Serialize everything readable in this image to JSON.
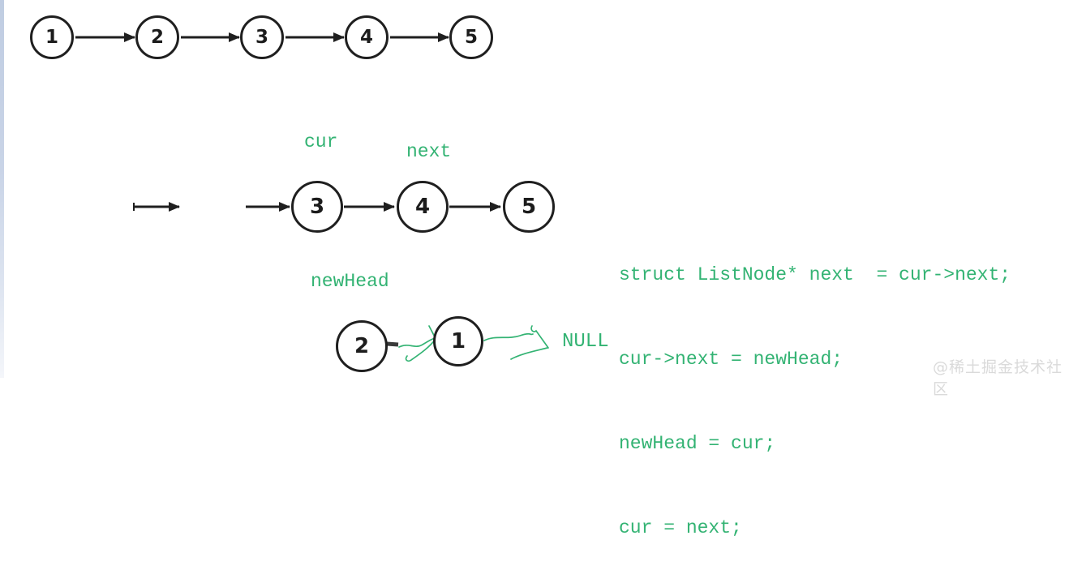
{
  "page": {
    "background": "#ffffff"
  },
  "colors": {
    "accent_green": "#33b373",
    "node_stroke": "#1f1f1f",
    "arrow_black": "#1f1f1f",
    "watermark_gray": "#dadada",
    "edge_strip_blue": "#c6d2e5"
  },
  "top_list": {
    "nodes": [
      "1",
      "2",
      "3",
      "4",
      "5"
    ]
  },
  "middle_list": {
    "pointer_labels": {
      "cur": "cur",
      "next": "next"
    },
    "nodes": [
      "3",
      "4",
      "5"
    ]
  },
  "bottom_list": {
    "pointer_label_newhead": "newHead",
    "nodes": [
      "2",
      "1"
    ],
    "null_label": "NULL"
  },
  "code": {
    "lines": [
      "struct ListNode* next  = cur->next;",
      "cur->next = newHead;",
      "newHead = cur;",
      "cur = next;"
    ]
  },
  "watermark": {
    "text": "@稀土掘金技术社区"
  }
}
